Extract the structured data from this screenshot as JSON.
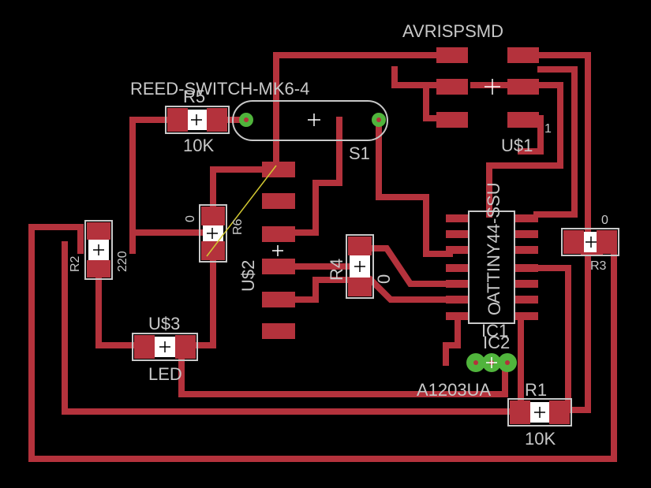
{
  "colors": {
    "background": "#000000",
    "copper": "#b4323c",
    "silkscreen": "#c8c8c8",
    "via": "#50b43c",
    "airwire": "#d2c832"
  },
  "labels": {
    "avrispsmd": "AVRISPSMD",
    "reed_switch": "REED-SWITCH-MK6-4",
    "r5": "R5",
    "r5_value": "10K",
    "s1": "S1",
    "us1": "U$1",
    "attiny": "ATTINY44-SSU",
    "r6": "R6",
    "r6_value": "0",
    "r2": "R2",
    "r2_value": "220",
    "us2": "U$2",
    "r4": "R4",
    "r4_value": "0",
    "r3": "R3",
    "r3_value": "0",
    "pin1": "1",
    "ic1": "IC1",
    "ic2": "IC2",
    "o_mark": "O",
    "us3": "U$3",
    "led": "LED",
    "a1203ua": "A1203UA",
    "r1": "R1",
    "r1_value": "10K"
  }
}
